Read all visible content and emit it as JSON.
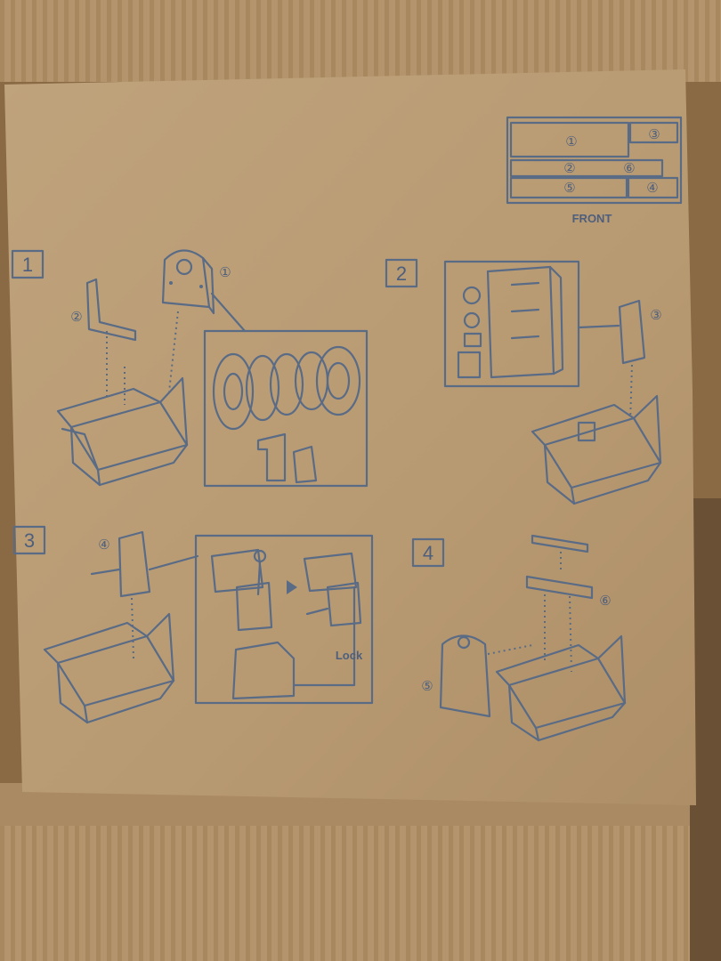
{
  "layout_key": {
    "labels": [
      "①",
      "③",
      "②",
      "⑥",
      "⑤",
      "④"
    ],
    "caption": "FRONT"
  },
  "steps": [
    {
      "number": "1",
      "parts": [
        "①",
        "②"
      ]
    },
    {
      "number": "2",
      "parts": [
        "③"
      ]
    },
    {
      "number": "3",
      "parts": [
        "④"
      ],
      "detail_label": "Lock"
    },
    {
      "number": "4",
      "parts": [
        "⑥",
        "⑤"
      ]
    }
  ],
  "colors": {
    "cardboard": "#b89a72",
    "ink": "#5a6b86",
    "background": "#8a6a45"
  }
}
